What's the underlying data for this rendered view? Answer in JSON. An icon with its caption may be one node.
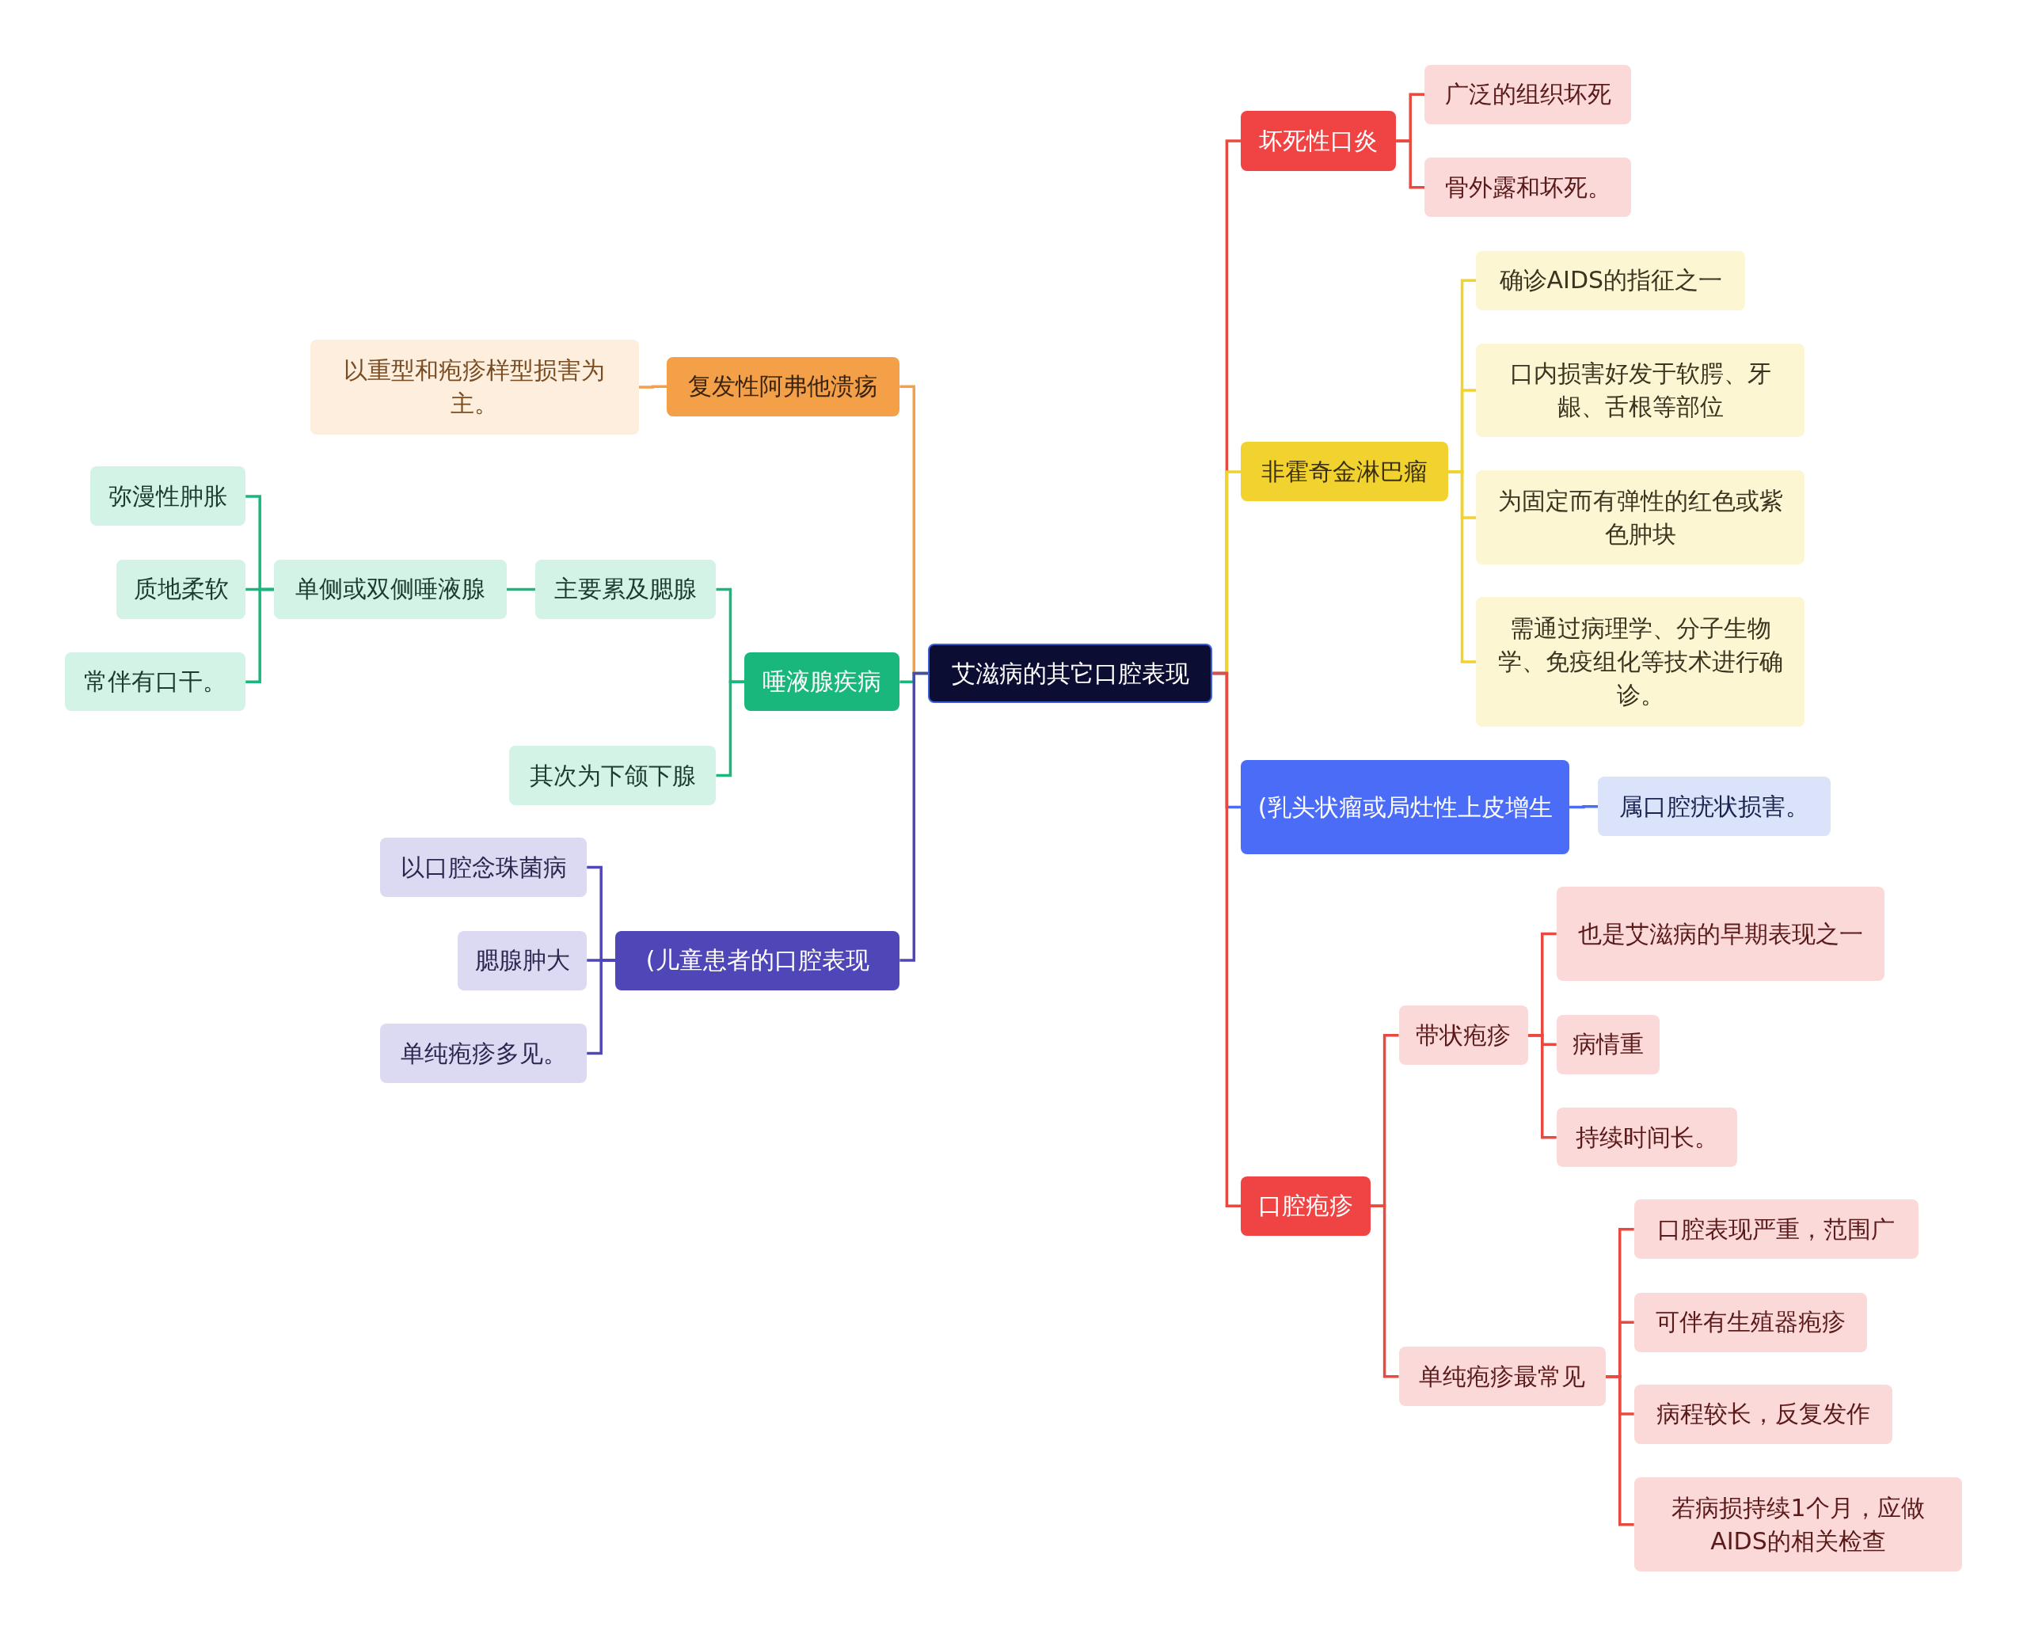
{
  "diagram": {
    "nodes": [
      {
        "text": [
          "艾滋病的其它口腔表现"
        ]
      },
      {
        "text": [
          "复发性阿弗他溃疡"
        ]
      },
      {
        "text": [
          "以重型和疱疹样型损害为主。"
        ]
      },
      {
        "text": [
          "唾液腺疾病"
        ]
      },
      {
        "text": [
          "主要累及腮腺"
        ]
      },
      {
        "text": [
          "单侧或双侧唾液腺"
        ]
      },
      {
        "text": [
          "弥漫性肿胀"
        ]
      },
      {
        "text": [
          "质地柔软"
        ]
      },
      {
        "text": [
          "常伴有口干。"
        ]
      },
      {
        "text": [
          "其次为下颌下腺"
        ]
      },
      {
        "text": [
          "(儿童患者的口腔表现"
        ]
      },
      {
        "text": [
          "以口腔念珠菌病"
        ]
      },
      {
        "text": [
          "腮腺肿大"
        ]
      },
      {
        "text": [
          "单纯疱疹多见。"
        ]
      },
      {
        "text": [
          "坏死性口炎"
        ]
      },
      {
        "text": [
          "广泛的组织坏死"
        ]
      },
      {
        "text": [
          "骨外露和坏死。"
        ]
      },
      {
        "text": [
          "非霍奇金淋巴瘤"
        ]
      },
      {
        "text": [
          "确诊AIDS的指征之一"
        ]
      },
      {
        "text": [
          "口内损害好发于软腭、牙龈、舌根等部位"
        ]
      },
      {
        "text": [
          "为固定而有弹性的红色或紫色肿块"
        ]
      },
      {
        "text": [
          "需通过病理学、分子生物学、免疫组化等技术进行确诊。"
        ]
      },
      {
        "text": [
          "(乳头状瘤或局灶性上皮增生"
        ]
      },
      {
        "text": [
          "属口腔疣状损害。"
        ]
      },
      {
        "text": [
          "口腔疱疹"
        ]
      },
      {
        "text": [
          "带状疱疹"
        ]
      },
      {
        "text": [
          "也是艾滋病的早期表现之一"
        ]
      },
      {
        "text": [
          "病情重"
        ]
      },
      {
        "text": [
          "持续时间长。"
        ]
      },
      {
        "text": [
          "单纯疱疹最常见"
        ]
      },
      {
        "text": [
          "口腔表现严重，范围广"
        ]
      },
      {
        "text": [
          "可伴有生殖器疱疹"
        ]
      },
      {
        "text": [
          "病程较长，反复发作"
        ]
      },
      {
        "text": [
          "若病损持续1个月，应做AIDS的相关检查"
        ]
      }
    ],
    "edges": [
      {
        "from": 0,
        "to": 1,
        "arrow": "none",
        "color": "#f4a048"
      },
      {
        "from": 1,
        "to": 2,
        "arrow": "none",
        "color": "#f4a048"
      },
      {
        "from": 0,
        "to": 3,
        "arrow": "none",
        "color": "#19b77c"
      },
      {
        "from": 3,
        "to": 4,
        "arrow": "none",
        "color": "#19b77c"
      },
      {
        "from": 4,
        "to": 5,
        "arrow": "none",
        "color": "#19b77c"
      },
      {
        "from": 5,
        "to": 6,
        "arrow": "none",
        "color": "#19b77c"
      },
      {
        "from": 5,
        "to": 7,
        "arrow": "none",
        "color": "#19b77c"
      },
      {
        "from": 5,
        "to": 8,
        "arrow": "none",
        "color": "#19b77c"
      },
      {
        "from": 3,
        "to": 9,
        "arrow": "none",
        "color": "#19b77c"
      },
      {
        "from": 0,
        "to": 10,
        "arrow": "none",
        "color": "#4f46b8"
      },
      {
        "from": 10,
        "to": 11,
        "arrow": "none",
        "color": "#4f46b8"
      },
      {
        "from": 10,
        "to": 12,
        "arrow": "none",
        "color": "#4f46b8"
      },
      {
        "from": 10,
        "to": 13,
        "arrow": "none",
        "color": "#4f46b8"
      },
      {
        "from": 0,
        "to": 14,
        "arrow": "none"
      },
      {
        "from": 14,
        "to": 15,
        "arrow": "none"
      },
      {
        "from": 14,
        "to": 16,
        "arrow": "none"
      },
      {
        "from": 0,
        "to": 17,
        "arrow": "none",
        "color": "#f2d22e"
      },
      {
        "from": 17,
        "to": 18,
        "arrow": "none",
        "color": "#f2d22e"
      },
      {
        "from": 17,
        "to": 19,
        "arrow": "none",
        "color": "#f2d22e"
      },
      {
        "from": 17,
        "to": 20,
        "arrow": "none",
        "color": "#f2d22e"
      },
      {
        "from": 17,
        "to": 21,
        "arrow": "none",
        "color": "#f2d22e"
      },
      {
        "from": 0,
        "to": 22,
        "arrow": "none",
        "color": "#4a6cf7"
      },
      {
        "from": 22,
        "to": 23,
        "arrow": "none",
        "color": "#4a6cf7"
      },
      {
        "from": 0,
        "to": 24,
        "arrow": "none"
      },
      {
        "from": 24,
        "to": 25,
        "arrow": "none"
      },
      {
        "from": 25,
        "to": 26,
        "arrow": "none"
      },
      {
        "from": 25,
        "to": 27,
        "arrow": "none"
      },
      {
        "from": 25,
        "to": 28,
        "arrow": "none"
      },
      {
        "from": 24,
        "to": 29,
        "arrow": "none"
      },
      {
        "from": 29,
        "to": 30,
        "arrow": "none"
      },
      {
        "from": 29,
        "to": 31,
        "arrow": "none"
      },
      {
        "from": 29,
        "to": 32,
        "arrow": "none"
      },
      {
        "from": 29,
        "to": 33,
        "arrow": "none"
      }
    ]
  }
}
